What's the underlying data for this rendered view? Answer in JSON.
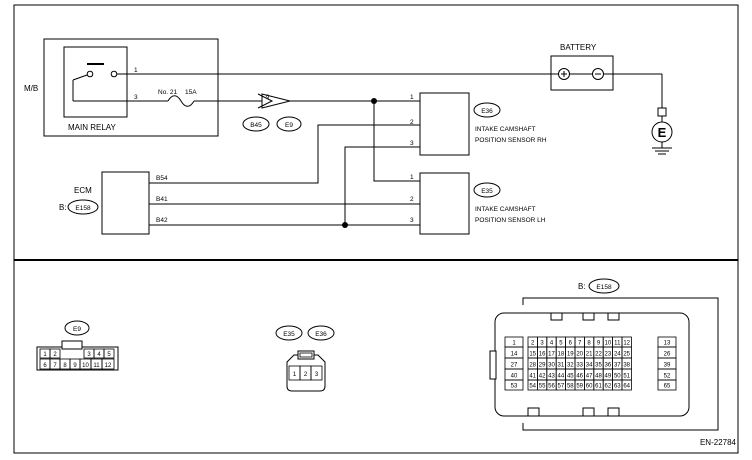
{
  "labels": {
    "mb": "M/B",
    "main_relay": "MAIN RELAY",
    "battery": "BATTERY",
    "fuse": "No. 21",
    "fuse_amp": "15A",
    "ecm": "ECM",
    "ecm_conn_prefix": "B:",
    "sensor_rh_line1": "INTAKE CAMSHAFT",
    "sensor_rh_line2": "POSITION SENSOR RH",
    "sensor_lh_line1": "INTAKE CAMSHAFT",
    "sensor_lh_line2": "POSITION SENSOR LH",
    "ground_symbol": "E",
    "doc_id": "EN-22784"
  },
  "connectors": {
    "b45": "B45",
    "e9": "E9",
    "e36": "E36",
    "e35": "E35",
    "e158": "E158",
    "b_e158": "E158"
  },
  "pins": {
    "relay_1": "1",
    "relay_3": "3",
    "joint_9": "9",
    "rh_1": "1",
    "rh_2": "2",
    "rh_3": "3",
    "lh_1": "1",
    "lh_2": "2",
    "lh_3": "3",
    "ecm_b54": "B54",
    "ecm_b41": "B41",
    "ecm_b42": "B42"
  },
  "e9_pins": {
    "top_left": [
      "1",
      "2"
    ],
    "top_right": [
      "3",
      "4",
      "5"
    ],
    "bottom": [
      "6",
      "7",
      "8",
      "9",
      "10",
      "11",
      "12"
    ]
  },
  "e35_pins": [
    "1",
    "2",
    "3"
  ],
  "e158_pins": {
    "left_col": [
      "1",
      "14",
      "27",
      "40",
      "53"
    ],
    "right_col": [
      "13",
      "26",
      "39",
      "52",
      "65"
    ],
    "grid": [
      [
        "2",
        "3",
        "4",
        "5",
        "6",
        "7",
        "8",
        "9",
        "10",
        "11",
        "12"
      ],
      [
        "15",
        "16",
        "17",
        "18",
        "19",
        "20",
        "21",
        "22",
        "23",
        "24",
        "25"
      ],
      [
        "28",
        "29",
        "30",
        "31",
        "32",
        "33",
        "34",
        "35",
        "36",
        "37",
        "38"
      ],
      [
        "41",
        "42",
        "43",
        "44",
        "45",
        "46",
        "47",
        "48",
        "49",
        "50",
        "51"
      ],
      [
        "54",
        "55",
        "56",
        "57",
        "58",
        "59",
        "60",
        "61",
        "62",
        "63",
        "64"
      ]
    ]
  }
}
